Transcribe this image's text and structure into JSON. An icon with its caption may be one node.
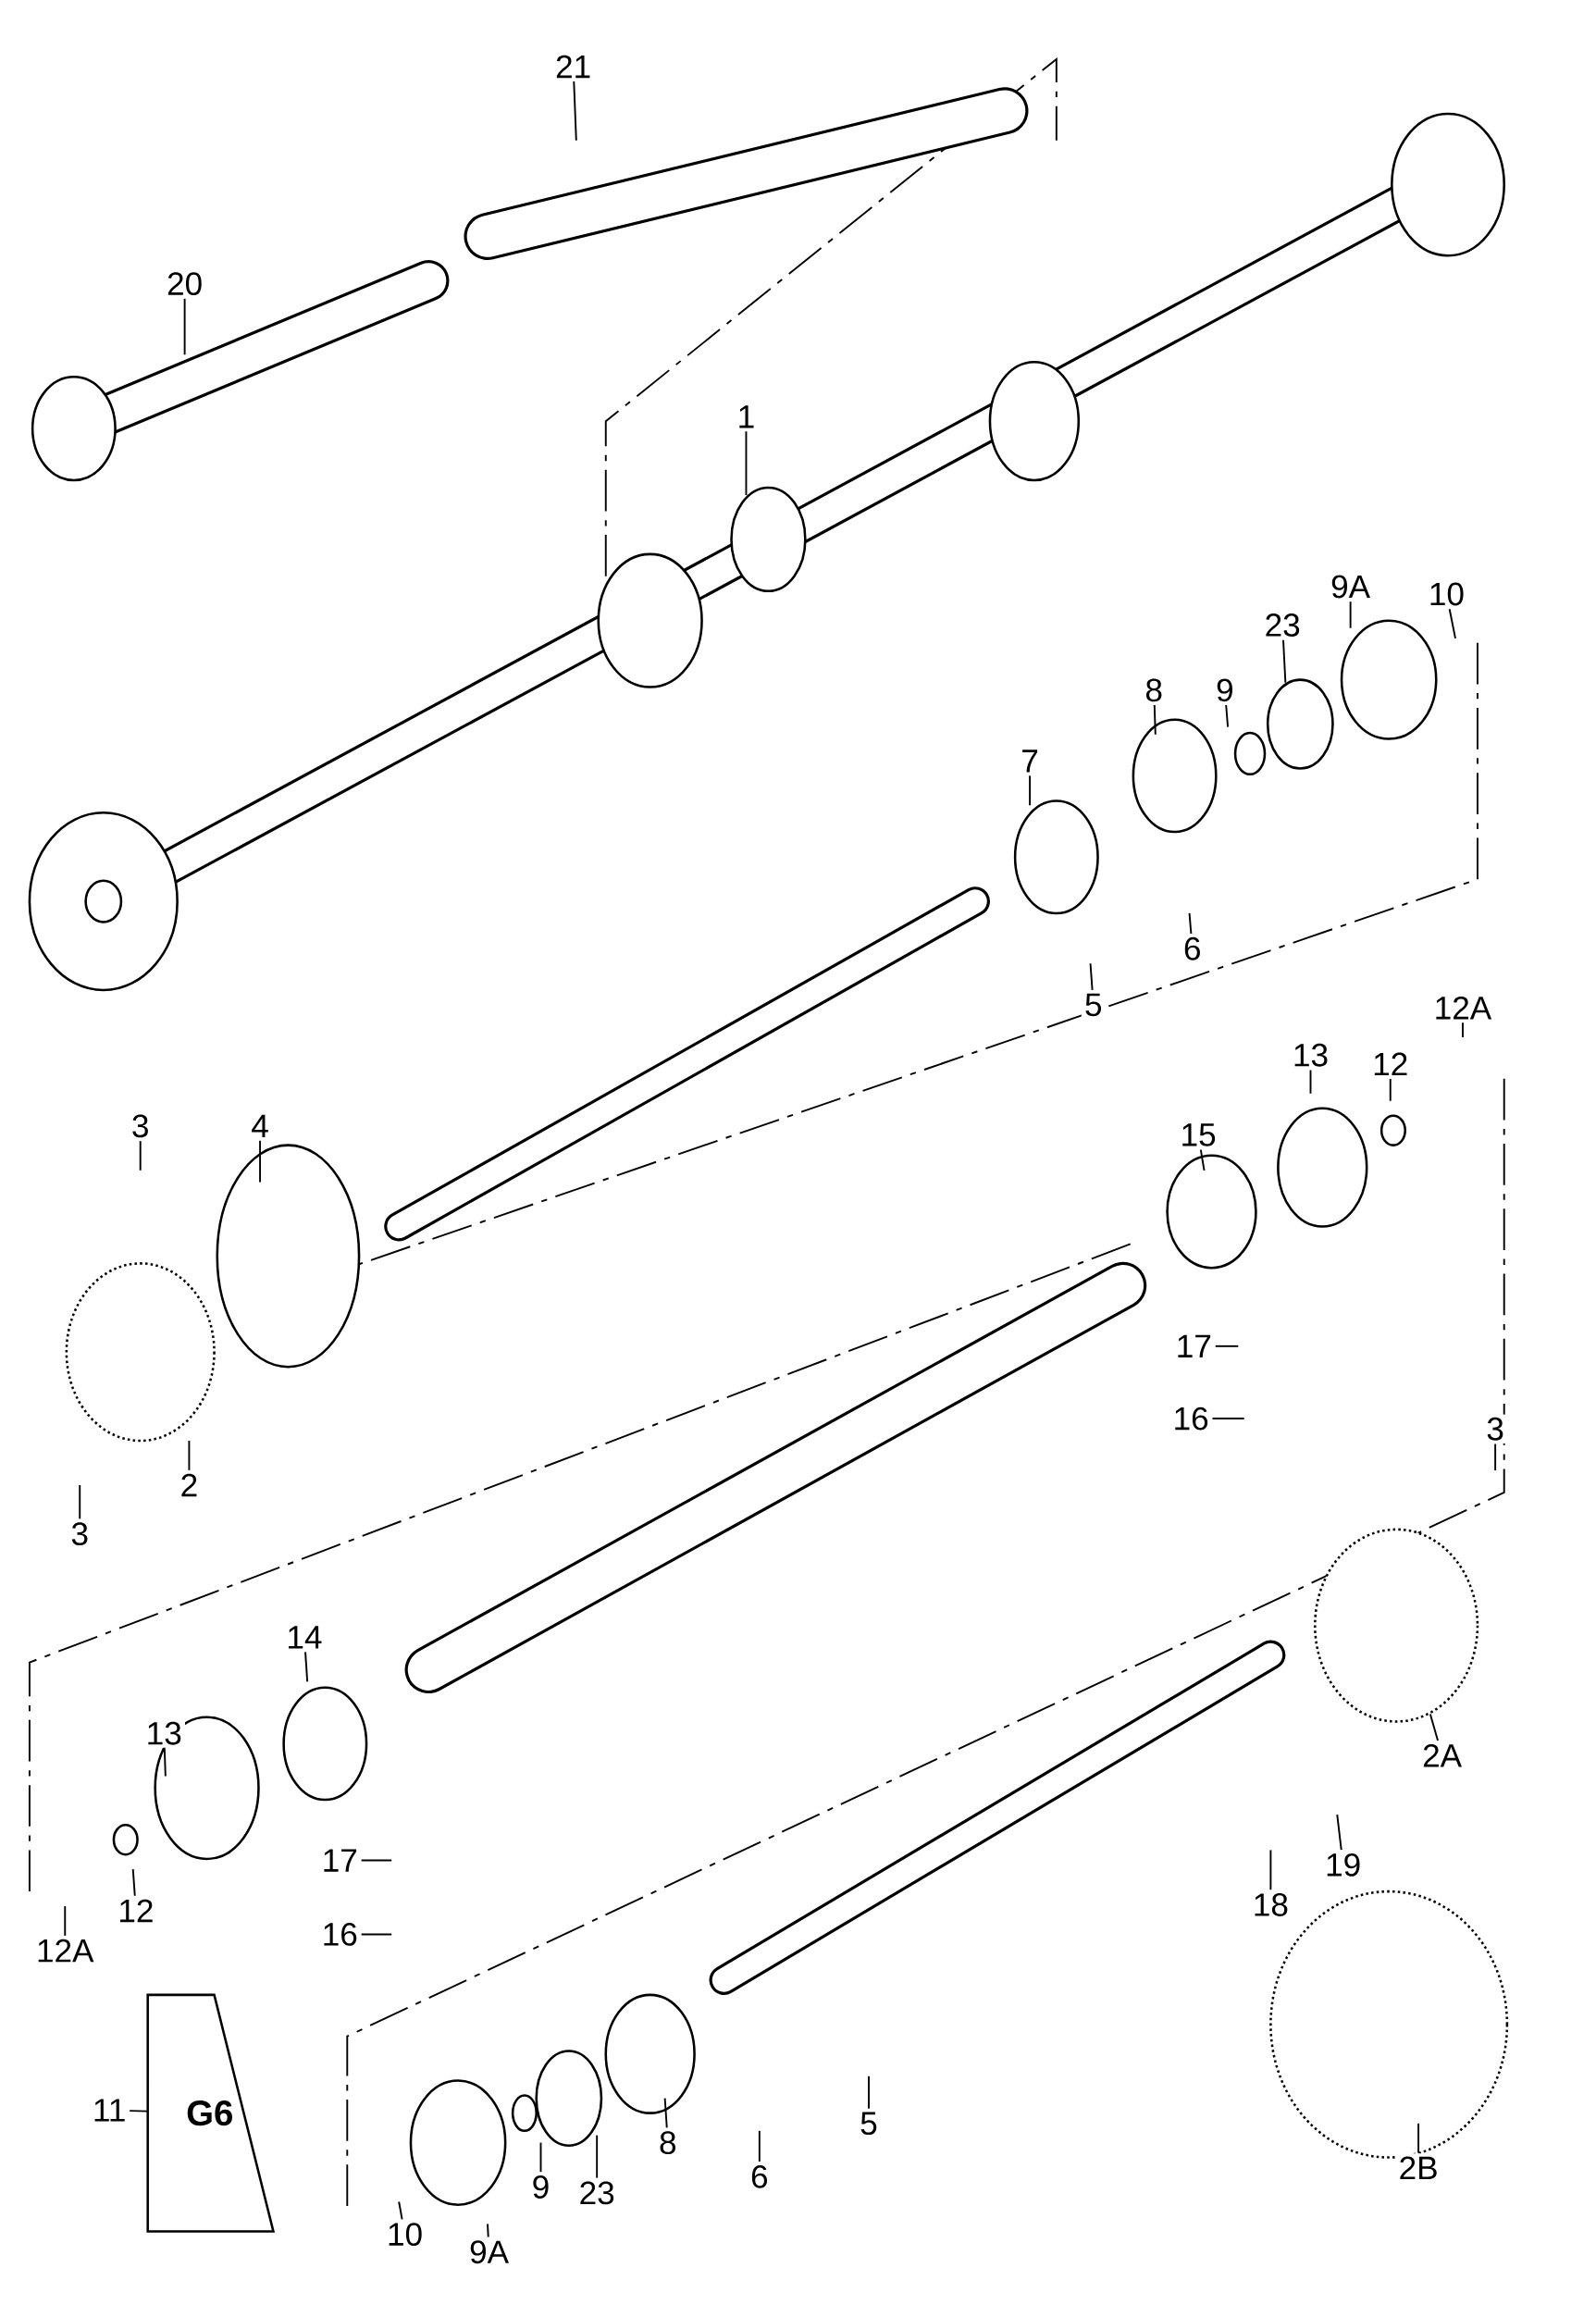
{
  "diagram": {
    "nodes": [
      {
        "text": [
          "21"
        ]
      },
      {
        "text": [
          "20"
        ]
      },
      {
        "text": [
          "1"
        ]
      },
      {
        "text": [
          "9A"
        ]
      },
      {
        "text": [
          "10"
        ]
      },
      {
        "text": [
          "23"
        ]
      },
      {
        "text": [
          "8"
        ]
      },
      {
        "text": [
          "9"
        ]
      },
      {
        "text": [
          "7"
        ]
      },
      {
        "text": [
          "6"
        ]
      },
      {
        "text": [
          "5"
        ]
      },
      {
        "text": [
          "12A"
        ]
      },
      {
        "text": [
          "13"
        ]
      },
      {
        "text": [
          "12"
        ]
      },
      {
        "text": [
          "3"
        ]
      },
      {
        "text": [
          "4"
        ]
      },
      {
        "text": [
          "15"
        ]
      },
      {
        "text": [
          "17"
        ]
      },
      {
        "text": [
          "16"
        ]
      },
      {
        "text": [
          "2"
        ]
      },
      {
        "text": [
          "3"
        ]
      },
      {
        "text": [
          "3"
        ]
      },
      {
        "text": [
          "14"
        ]
      },
      {
        "text": [
          "13"
        ]
      },
      {
        "text": [
          "2A"
        ]
      },
      {
        "text": [
          "17"
        ]
      },
      {
        "text": [
          "16"
        ]
      },
      {
        "text": [
          "12A"
        ]
      },
      {
        "text": [
          "12"
        ]
      },
      {
        "text": [
          "18"
        ]
      },
      {
        "text": [
          "19"
        ]
      },
      {
        "text": [
          "11"
        ]
      },
      {
        "text": [
          "5"
        ]
      },
      {
        "text": [
          "8"
        ]
      },
      {
        "text": [
          "6"
        ]
      },
      {
        "text": [
          "9"
        ]
      },
      {
        "text": [
          "23"
        ]
      },
      {
        "text": [
          "2B"
        ]
      },
      {
        "text": [
          "10"
        ]
      },
      {
        "text": [
          "9A"
        ]
      },
      {
        "text": [
          "G6"
        ]
      }
    ],
    "edges": [
      {
        "from": 0,
        "to": null,
        "arrow": "none"
      },
      {
        "from": 1,
        "to": null,
        "arrow": "none"
      },
      {
        "from": 2,
        "to": null,
        "arrow": "none"
      },
      {
        "from": 3,
        "to": null,
        "arrow": "none"
      },
      {
        "from": 4,
        "to": null,
        "arrow": "none"
      },
      {
        "from": 5,
        "to": null,
        "arrow": "none"
      },
      {
        "from": 6,
        "to": null,
        "arrow": "none"
      },
      {
        "from": 7,
        "to": null,
        "arrow": "none"
      },
      {
        "from": 8,
        "to": null,
        "arrow": "none"
      },
      {
        "from": 9,
        "to": null,
        "arrow": "none"
      },
      {
        "from": 10,
        "to": null,
        "arrow": "none"
      },
      {
        "from": 11,
        "to": null,
        "arrow": "none"
      },
      {
        "from": 12,
        "to": null,
        "arrow": "none"
      },
      {
        "from": 13,
        "to": null,
        "arrow": "none"
      },
      {
        "from": 14,
        "to": null,
        "arrow": "none"
      },
      {
        "from": 15,
        "to": null,
        "arrow": "none"
      },
      {
        "from": 16,
        "to": null,
        "arrow": "none"
      },
      {
        "from": 17,
        "to": null,
        "arrow": "none"
      },
      {
        "from": 18,
        "to": null,
        "arrow": "none"
      },
      {
        "from": 19,
        "to": null,
        "arrow": "none"
      },
      {
        "from": 20,
        "to": null,
        "arrow": "none"
      },
      {
        "from": 21,
        "to": null,
        "arrow": "none"
      },
      {
        "from": 22,
        "to": null,
        "arrow": "none"
      },
      {
        "from": 23,
        "to": null,
        "arrow": "none"
      },
      {
        "from": 24,
        "to": null,
        "arrow": "none"
      },
      {
        "from": 25,
        "to": null,
        "arrow": "none"
      },
      {
        "from": 26,
        "to": null,
        "arrow": "none"
      },
      {
        "from": 27,
        "to": null,
        "arrow": "none"
      },
      {
        "from": 28,
        "to": null,
        "arrow": "none"
      },
      {
        "from": 29,
        "to": null,
        "arrow": "none"
      },
      {
        "from": 30,
        "to": null,
        "arrow": "none"
      },
      {
        "from": 31,
        "to": 40,
        "arrow": "none"
      },
      {
        "from": 32,
        "to": null,
        "arrow": "none"
      },
      {
        "from": 33,
        "to": null,
        "arrow": "none"
      },
      {
        "from": 34,
        "to": null,
        "arrow": "none"
      },
      {
        "from": 35,
        "to": null,
        "arrow": "none"
      },
      {
        "from": 36,
        "to": null,
        "arrow": "none"
      },
      {
        "from": 37,
        "to": null,
        "arrow": "none"
      },
      {
        "from": 38,
        "to": null,
        "arrow": "none"
      },
      {
        "from": 39,
        "to": null,
        "arrow": "none"
      }
    ]
  }
}
